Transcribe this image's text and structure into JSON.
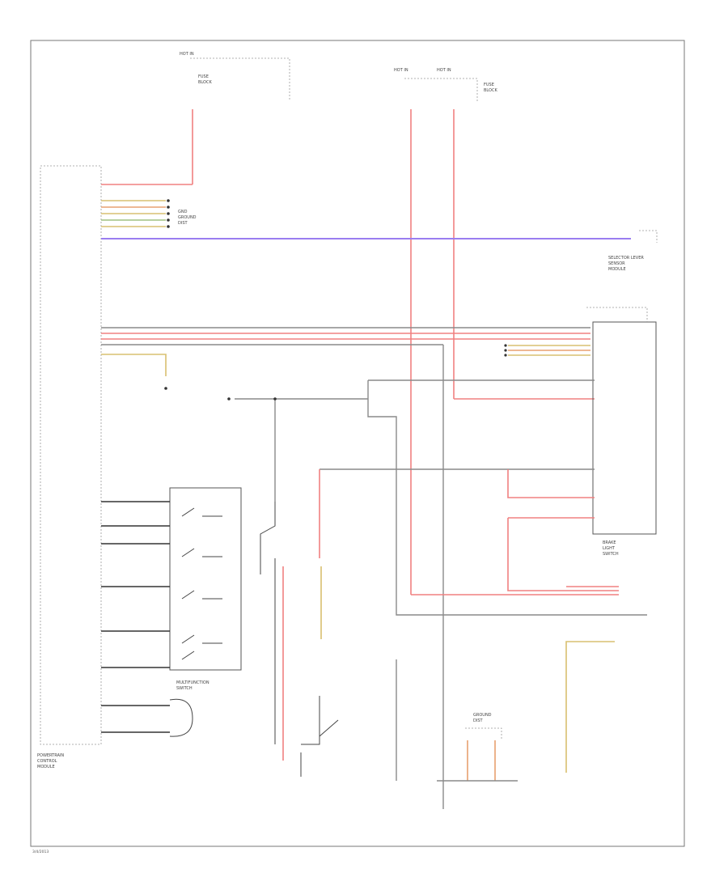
{
  "diagram": {
    "footer_code": "3/4/2013",
    "blocks": {
      "fuse_block_top": [
        "HOT IN",
        "FUSE",
        "BLOCK"
      ],
      "fuse_block_right": [
        "HOT IN",
        "FUSE",
        "BLOCK"
      ],
      "ground_block_left": [
        "GND",
        "GROUND",
        "DIST"
      ],
      "control_module": [
        "POWERTRAIN",
        "CONTROL",
        "MODULE"
      ],
      "selector_lever": [
        "SELECTOR LEVER",
        "SENSOR",
        "MODULE"
      ],
      "brake_switch": [
        "BRAKE",
        "LIGHT",
        "SWITCH"
      ],
      "switch_assembly": [
        "MULTIFUNCTION",
        "SWITCH"
      ],
      "grounds_bottom": [
        "GROUND",
        "DIST"
      ]
    }
  }
}
